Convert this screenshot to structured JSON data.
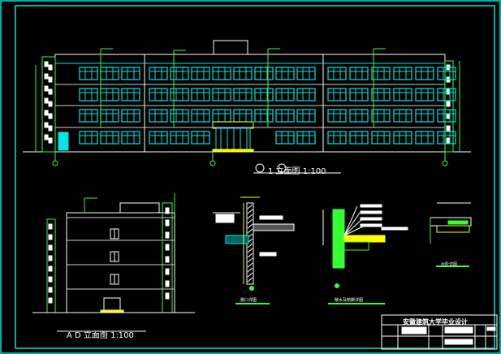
{
  "drawing": {
    "front_elevation_title": "1  立面图  1:100",
    "side_elevation_title": "A  D 立面图  1:100",
    "detail_1_title": "檐口详图",
    "detail_2_title": "散水及勒脚详图",
    "detail_3_title": "台阶详图"
  },
  "title_block": {
    "school": "安徽建筑大学毕业设计"
  },
  "colors": {
    "background": "#000000",
    "frame": "#00e5e5",
    "window": "#00e5e5",
    "dimension": "#33ff33",
    "outline": "#ffffff",
    "accent": "#ffff00"
  }
}
